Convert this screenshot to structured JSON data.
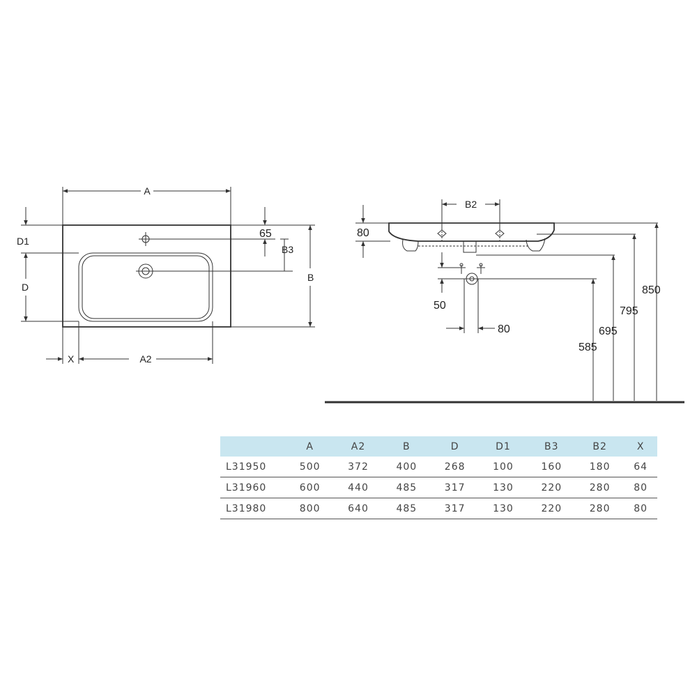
{
  "labels": {
    "top_view": {
      "A": "A",
      "A2": "A2",
      "B": "B",
      "B3": "B3",
      "D": "D",
      "D1": "D1",
      "X": "X",
      "dim65": "65"
    },
    "side_view": {
      "B2": "B2",
      "dim80_top": "80",
      "dim50": "50",
      "dim80_trap": "80",
      "h585": "585",
      "h695": "695",
      "h795": "795",
      "h850": "850"
    }
  },
  "table": {
    "columns": [
      "",
      "A",
      "A2",
      "B",
      "D",
      "D1",
      "B3",
      "B2",
      "X"
    ],
    "rows": [
      [
        "L31950",
        "500",
        "372",
        "400",
        "268",
        "100",
        "160",
        "180",
        "64"
      ],
      [
        "L31960",
        "600",
        "440",
        "485",
        "317",
        "130",
        "220",
        "280",
        "80"
      ],
      [
        "L31980",
        "800",
        "640",
        "485",
        "317",
        "130",
        "220",
        "280",
        "80"
      ]
    ]
  }
}
